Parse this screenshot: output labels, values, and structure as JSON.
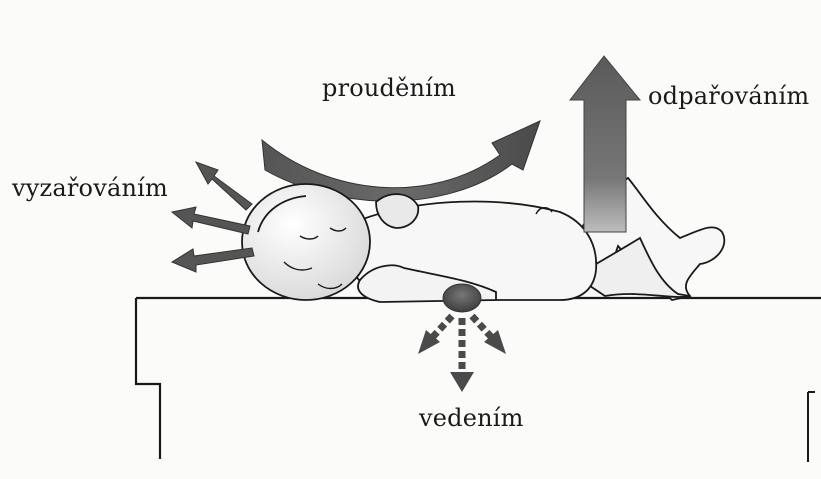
{
  "labels": {
    "convection": "prouděním",
    "evaporation": "odpařováním",
    "radiation": "vyzařováním",
    "conduction": "vedením"
  },
  "colors": {
    "background": "#fbfbfa",
    "line": "#1a1a1a",
    "arrow_dark": "#4a4a4a",
    "arrow_mid": "#7a7a7a"
  }
}
